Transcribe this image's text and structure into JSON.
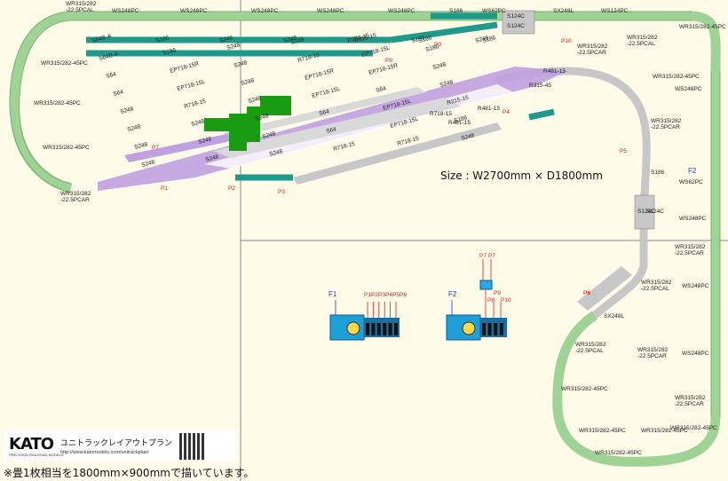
{
  "size_text": "Size : W2700mm × D1800mm",
  "footer_note": "※畳1枚相当を1800mm×900mmで描いています。",
  "logo": {
    "brand": "KATO",
    "sub": "PRECISION RAILROAD MODELS",
    "title": "ユニトラックレイアウトプラン",
    "url": "http://www.katomodels.com/unitrackplan/"
  },
  "colors": {
    "curve_green": "#9fd295",
    "straight_teal": "#1e9a8c",
    "yard_purple": "#c0a0e0",
    "gray_track": "#c7c7c7",
    "platform_green": "#199c12",
    "label_red": "#e0201c",
    "label_blue": "#1a3fd0",
    "controller_blue": "#1e9fd6"
  },
  "track_labels": {
    "left_loop": [
      "WR315/282\n-22.5PCAL",
      "WR315/282-45PC",
      "WR315/282-45PC",
      "WR315/282-45PC",
      "WR315/282\n-22.5PCAR"
    ],
    "top_row": [
      "WS248PC",
      "WS248PC",
      "WS248PC",
      "WS248PC",
      "WS248PC",
      "S186",
      "WS62PC",
      "S124C",
      "S124C",
      "SX248L",
      "WS124PC"
    ],
    "right_loop": [
      "WR315/282-45PC",
      "WR315/282\n-22.5PCAL",
      "WS248PC",
      "F2",
      "WS62PC",
      "WS248PC",
      "WR315/282\n-22.5PCAR",
      "WR315/282-45PC",
      "WR315/282-45PC",
      "WR315/282\n-22.5PCAR",
      "WS248PC",
      "WS248PC"
    ],
    "bottom_loop": [
      "WR315/282\n-22.5PCAL",
      "WR315/282-45PC",
      "WR315/282-45PC",
      "WR315/282-45PC",
      "WR315/282-45PC",
      "WR315/282\n-22.5PCAR",
      "WR315/282\n-22.5PCAL",
      "SX248L",
      "P6"
    ],
    "inner": [
      "WR315/282\n-22.5PCAR",
      "WR315/282\n-22.5PCAR",
      "R315-45",
      "R718-15",
      "R481-15",
      "S186",
      "S124C",
      "S124C",
      "R481-15",
      "R481-15"
    ],
    "yard": [
      "S64B-A",
      "S64B-A",
      "S64",
      "S64",
      "S248",
      "S248",
      "S248",
      "S248",
      "S186",
      "S186",
      "EP718-15R",
      "EP718-15L",
      "R718-15",
      "S248",
      "S248",
      "S248",
      "S248",
      "S248",
      "S248",
      "S248",
      "S248",
      "S248",
      "S248",
      "S248",
      "S248",
      "S248",
      "R718-15",
      "EP718-15R",
      "EP718-15L",
      "S64",
      "S64",
      "R718-15",
      "R282-15",
      "R315-15",
      "EP718-15L",
      "EP718-15R",
      "S64",
      "EP718-15L",
      "EP718-15L",
      "R718-15",
      "S186",
      "S186",
      "S186",
      "S248",
      "S248",
      "R315-15",
      "S186",
      "S248",
      "S248",
      "S186"
    ]
  },
  "points": [
    "P1",
    "P2",
    "P3",
    "P4",
    "P5",
    "P6",
    "P7",
    "P8",
    "P9",
    "P10"
  ],
  "feeders": [
    "F1",
    "F2"
  ],
  "controller1_labels": [
    "F1",
    "P1",
    "P2",
    "P3",
    "P4",
    "P5",
    "P6"
  ],
  "controller2_labels": [
    "F2",
    "P7",
    "P7",
    "P8",
    "P9",
    "P10"
  ]
}
